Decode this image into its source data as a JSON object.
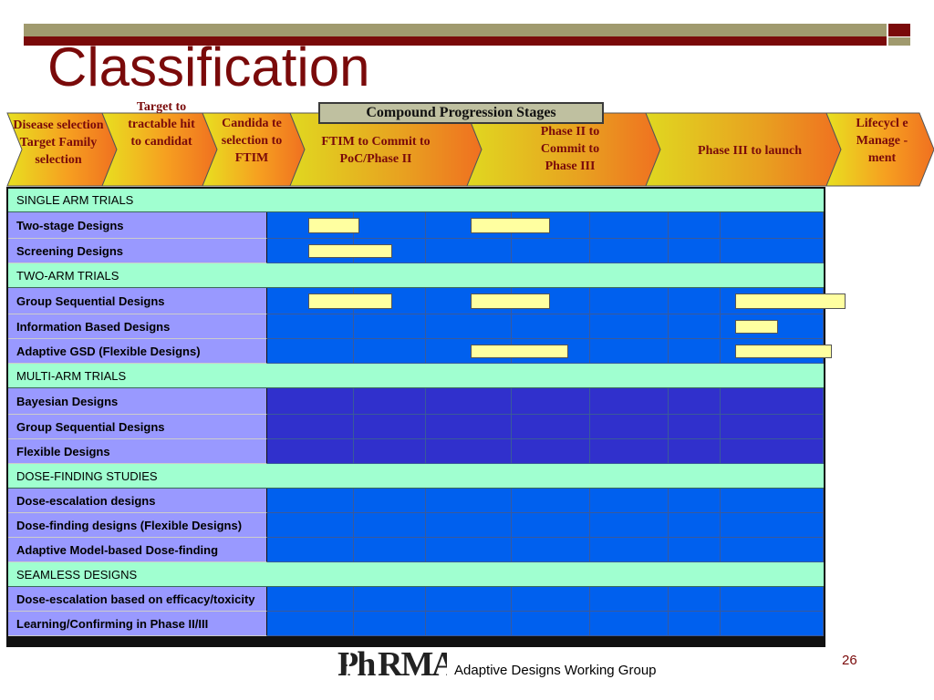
{
  "title": "Classification",
  "compound_stages": "Compound Progression Stages",
  "stages": [
    "Disease selection Target Family selection",
    "Target to tractable hit to candidat",
    "Candida te selection to FTIM",
    "FTIM to Commit to PoC/Phase II",
    "Phase II to Commit to Phase III",
    "Phase III to launch",
    "Lifecycl e Manage -ment"
  ],
  "rows": [
    {
      "type": "section",
      "label": "SINGLE ARM TRIALS"
    },
    {
      "type": "item",
      "label": "Two-stage  Designs",
      "bars": [
        [
          1,
          0.2,
          0.55
        ],
        [
          3,
          0.1,
          0.85
        ]
      ]
    },
    {
      "type": "item",
      "label": "Screening Designs",
      "bars": [
        [
          1,
          0.2,
          0.9
        ]
      ]
    },
    {
      "type": "section",
      "label": "TWO-ARM TRIALS"
    },
    {
      "type": "item",
      "label": "Group Sequential Designs",
      "bars": [
        [
          1,
          0.2,
          0.9
        ],
        [
          3,
          0.1,
          0.85
        ],
        [
          6,
          0.2,
          1.95
        ]
      ]
    },
    {
      "type": "item",
      "label": "Information Based Designs",
      "bars": [
        [
          6,
          0.2,
          0.75
        ]
      ]
    },
    {
      "type": "item",
      "label": "Adaptive GSD (Flexible Designs)",
      "bars": [
        [
          3,
          0.1,
          1.05
        ],
        [
          6,
          0.2,
          1.7
        ]
      ]
    },
    {
      "type": "section",
      "label": "MULTI-ARM TRIALS"
    },
    {
      "type": "item",
      "label": "Bayesian Designs",
      "dark": true,
      "bars": []
    },
    {
      "type": "item",
      "label": "Group Sequential Designs",
      "dark": true,
      "bars": []
    },
    {
      "type": "item",
      "label": "Flexible Designs",
      "dark": true,
      "bars": []
    },
    {
      "type": "section",
      "label": "DOSE-FINDING STUDIES"
    },
    {
      "type": "item",
      "label": "Dose-escalation designs",
      "bars": []
    },
    {
      "type": "item",
      "label": "Dose-finding designs (Flexible Designs)",
      "bars": []
    },
    {
      "type": "item",
      "label": "Adaptive Model-based Dose-finding",
      "bars": []
    },
    {
      "type": "section",
      "label": "SEAMLESS DESIGNS"
    },
    {
      "type": "item",
      "label": "Dose-escalation based on efficacy/toxicity",
      "bars": []
    },
    {
      "type": "item",
      "label": "Learning/Confirming in Phase II/III",
      "bars": []
    }
  ],
  "logo_text": "PhRMA",
  "footer": "Adaptive Designs Working Group",
  "page_number": "26",
  "colors": {
    "title": "#7a0a0a",
    "section_bg": "#a0ffd0",
    "label_bg": "#9999ff",
    "cell_bright": "#0060ee",
    "cell_dark": "#3030cc",
    "bar_yellow": "#ffffa0"
  }
}
